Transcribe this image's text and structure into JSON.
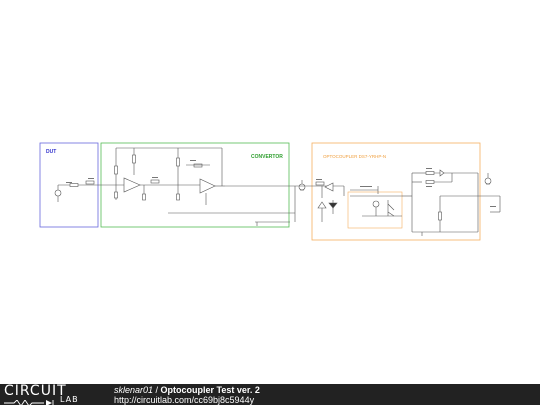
{
  "diagram": {
    "blocks": [
      {
        "id": "dut",
        "label": "DUT",
        "color": "#3333cc"
      },
      {
        "id": "converter",
        "label": "CONVERTOR",
        "color": "#2e9e2e"
      },
      {
        "id": "optocoupler",
        "label": "OPTOCOUPLER DS7-YRHP-N",
        "color": "#f0a040"
      }
    ]
  },
  "footer": {
    "logo_top": "CIRCUIT",
    "logo_bottom": "LAB",
    "author": "sklenar01",
    "separator": " / ",
    "title": "Optocoupler Test ver. 2",
    "url": "http://circuitlab.com/cc69bj8c5944y"
  },
  "colors": {
    "footer_bg": "#222222",
    "wire": "#444444"
  }
}
